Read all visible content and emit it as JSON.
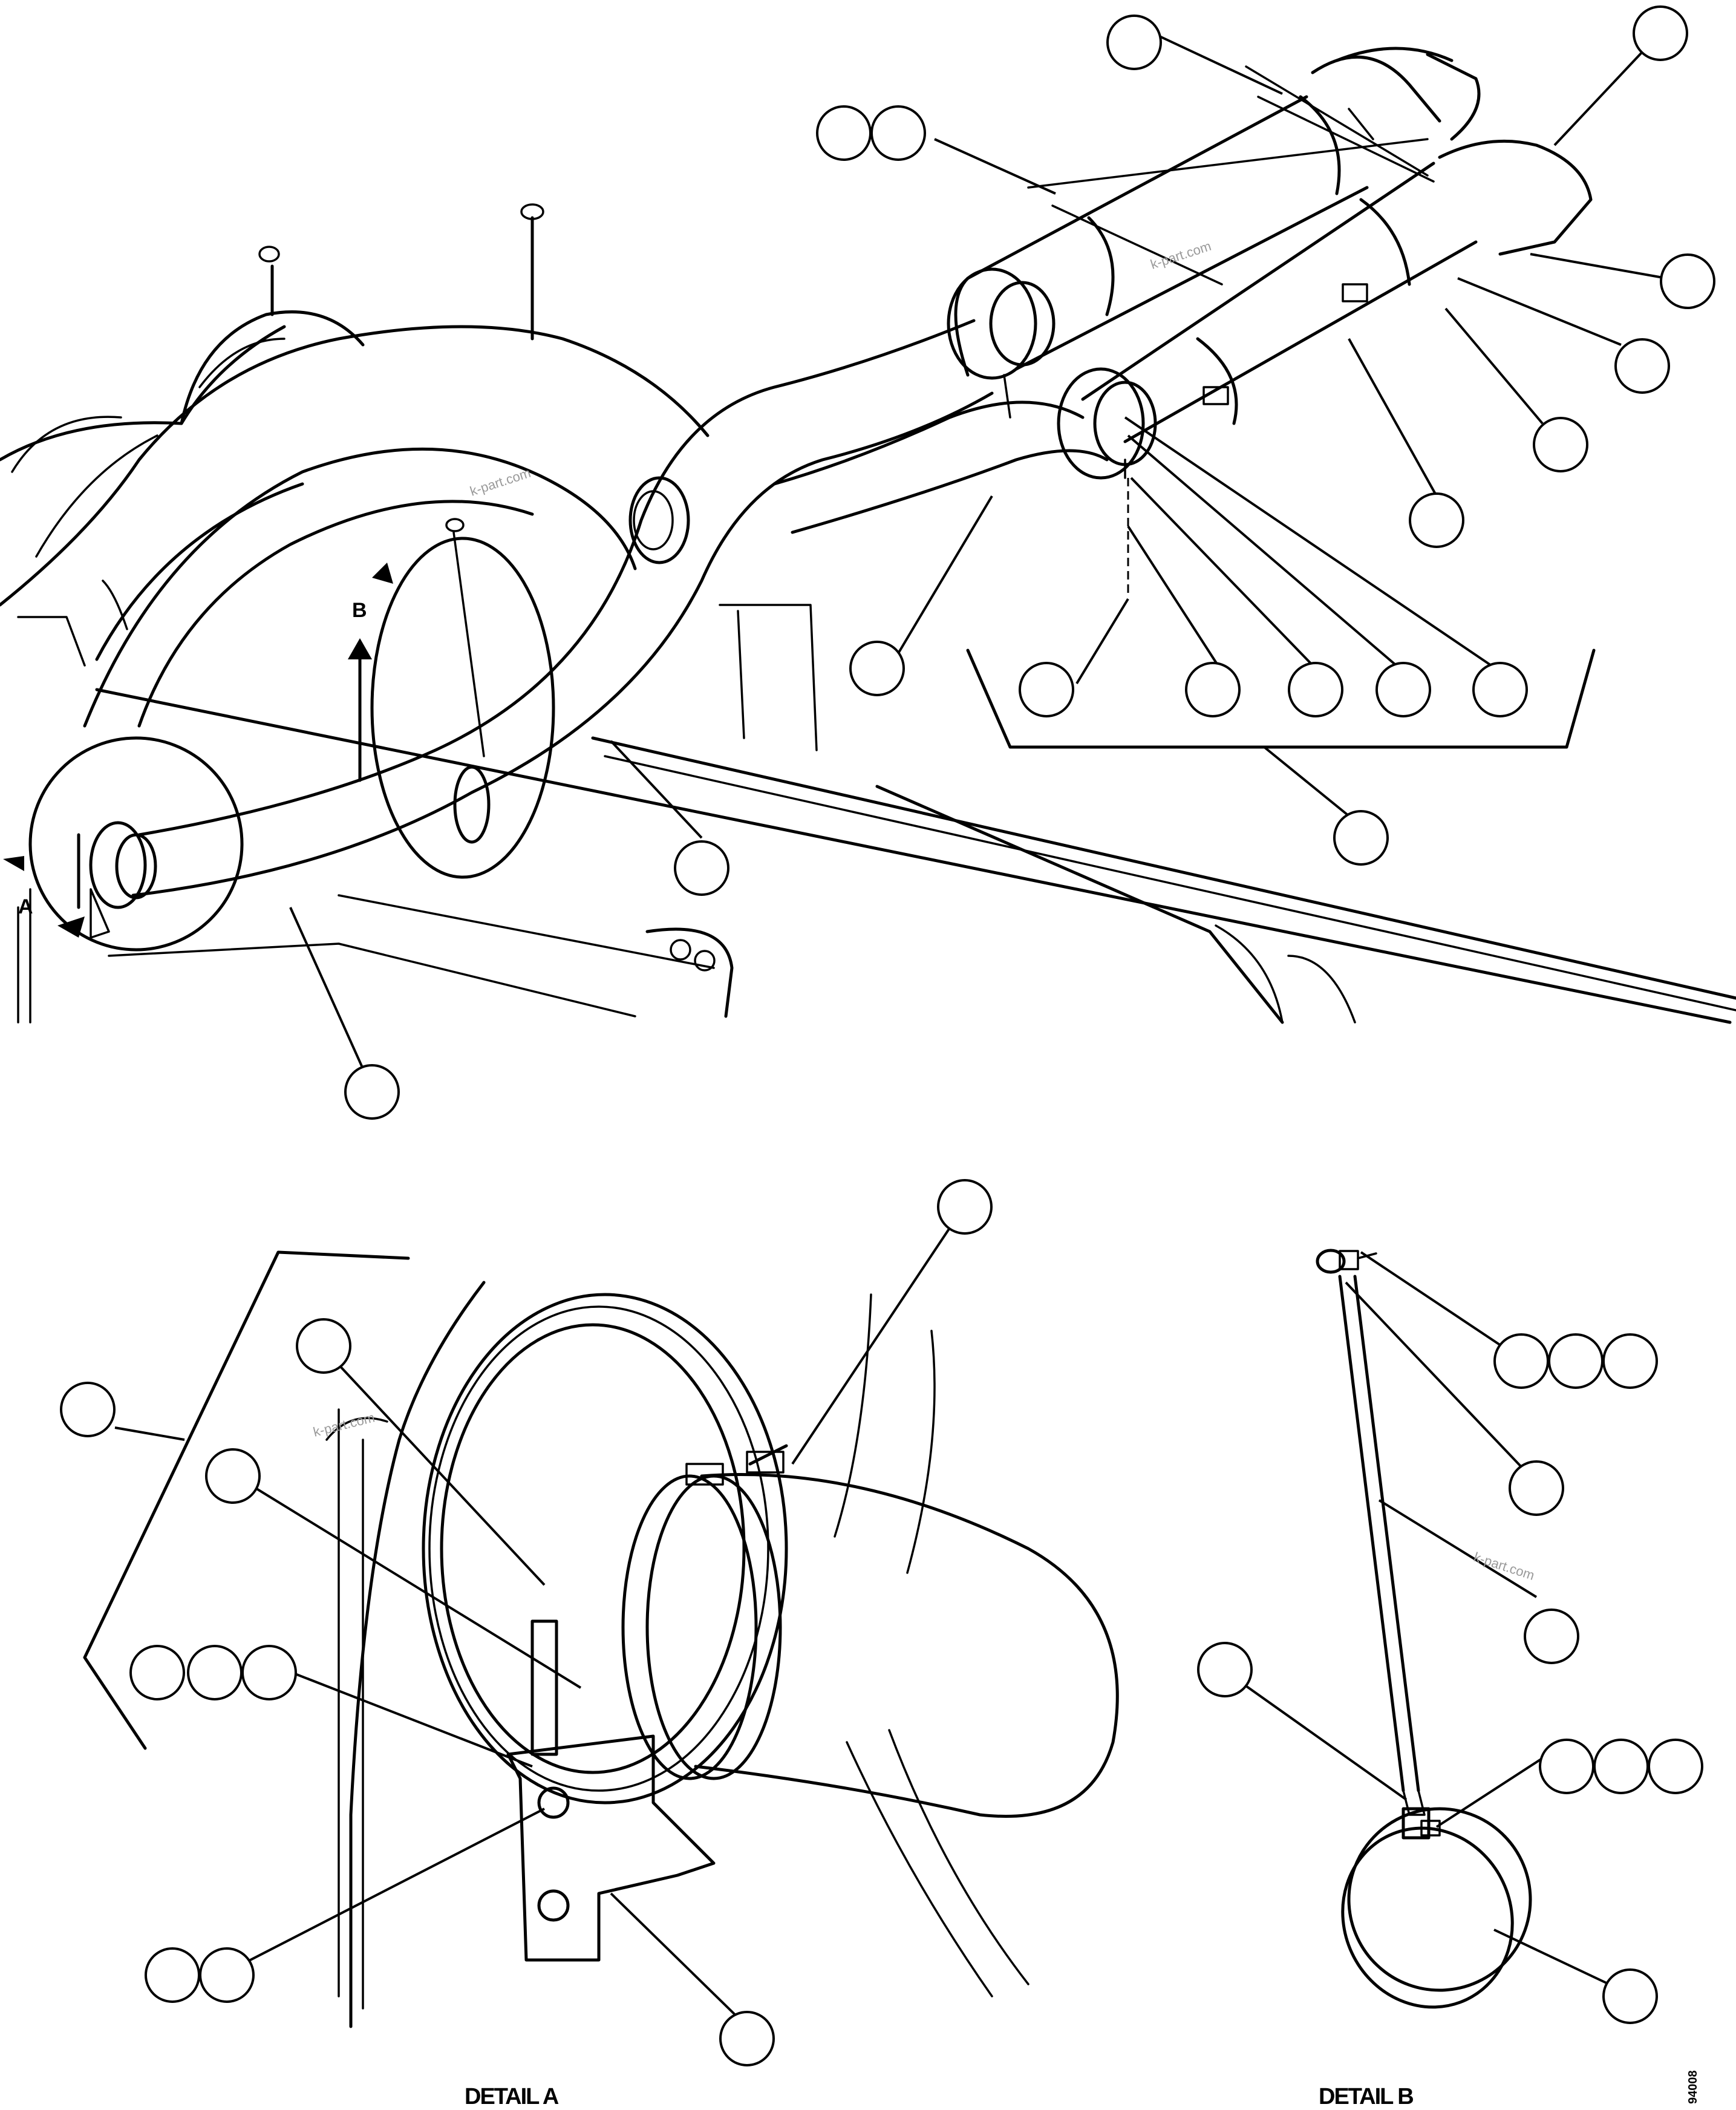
{
  "captions": {
    "detail_a": "DETAIL A",
    "detail_b": "DETAIL B"
  },
  "view_marks": {
    "a": "A",
    "b": "B"
  },
  "watermark": "k-part.com",
  "figure_ref": "94008",
  "colors": {
    "line": "#000000",
    "background": "#ffffff",
    "watermark": "#9a9a9a"
  }
}
